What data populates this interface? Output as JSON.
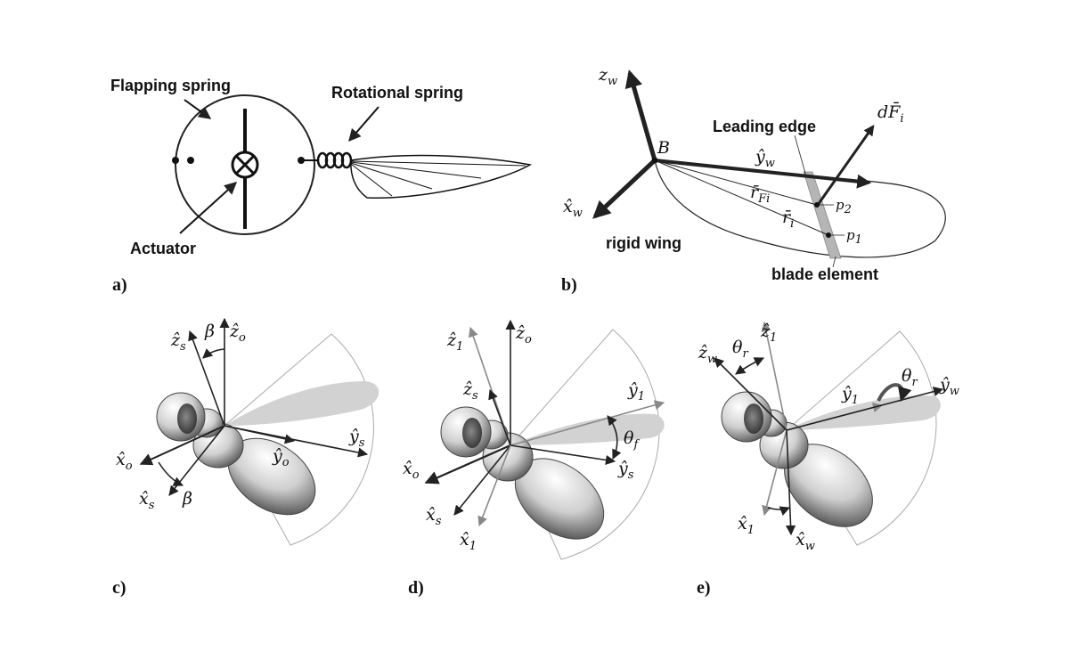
{
  "panels": {
    "a": {
      "tag": "a)",
      "flapping_spring": "Flapping spring",
      "rotational_spring": "Rotational spring",
      "actuator": "Actuator"
    },
    "b": {
      "tag": "b)",
      "z_w": "z",
      "z_w_sub": "w",
      "x_w": "x̂",
      "x_w_sub": "w",
      "B": "B",
      "y_w": "ŷ",
      "y_w_sub": "w",
      "leading_edge": "Leading edge",
      "dF": "dF̄",
      "dF_sub": "i",
      "rF": "r̄",
      "rF_sub": "Fi",
      "r": "r̄",
      "r_sub": "i",
      "p2": "p",
      "p2_sub": "2",
      "p1": "p",
      "p1_sub": "1",
      "rigid_wing": "rigid wing",
      "blade_element": "blade element"
    },
    "c": {
      "tag": "c)",
      "z_s": "ẑ",
      "z_s_sub": "s",
      "beta_top": "β",
      "z_o": "ẑ",
      "z_o_sub": "o",
      "y_s": "ŷ",
      "y_s_sub": "s",
      "x_o": "x̂",
      "x_o_sub": "o",
      "y_o": "ŷ",
      "y_o_sub": "o",
      "x_s": "x̂",
      "x_s_sub": "s",
      "beta_bottom": "β"
    },
    "d": {
      "tag": "d)",
      "z_1": "ẑ",
      "z_1_sub": "1",
      "z_o": "ẑ",
      "z_o_sub": "o",
      "z_s": "ẑ",
      "z_s_sub": "s",
      "y_1": "ŷ",
      "y_1_sub": "1",
      "theta_f": "θ",
      "theta_f_sub": "f",
      "x_o": "x̂",
      "x_o_sub": "o",
      "y_s": "ŷ",
      "y_s_sub": "s",
      "x_s": "x̂",
      "x_s_sub": "s",
      "x_1": "x̂",
      "x_1_sub": "1"
    },
    "e": {
      "tag": "e)",
      "z_w": "ẑ",
      "z_w_sub": "w",
      "theta_r_top": "θ",
      "theta_r_top_sub": "r",
      "z_1": "ẑ",
      "z_1_sub": "1",
      "theta_r_right": "θ",
      "theta_r_right_sub": "r",
      "y_1": "ŷ",
      "y_1_sub": "1",
      "y_w": "ŷ",
      "y_w_sub": "w",
      "x_1": "x̂",
      "x_1_sub": "1",
      "x_w": "x̂",
      "x_w_sub": "w"
    }
  }
}
